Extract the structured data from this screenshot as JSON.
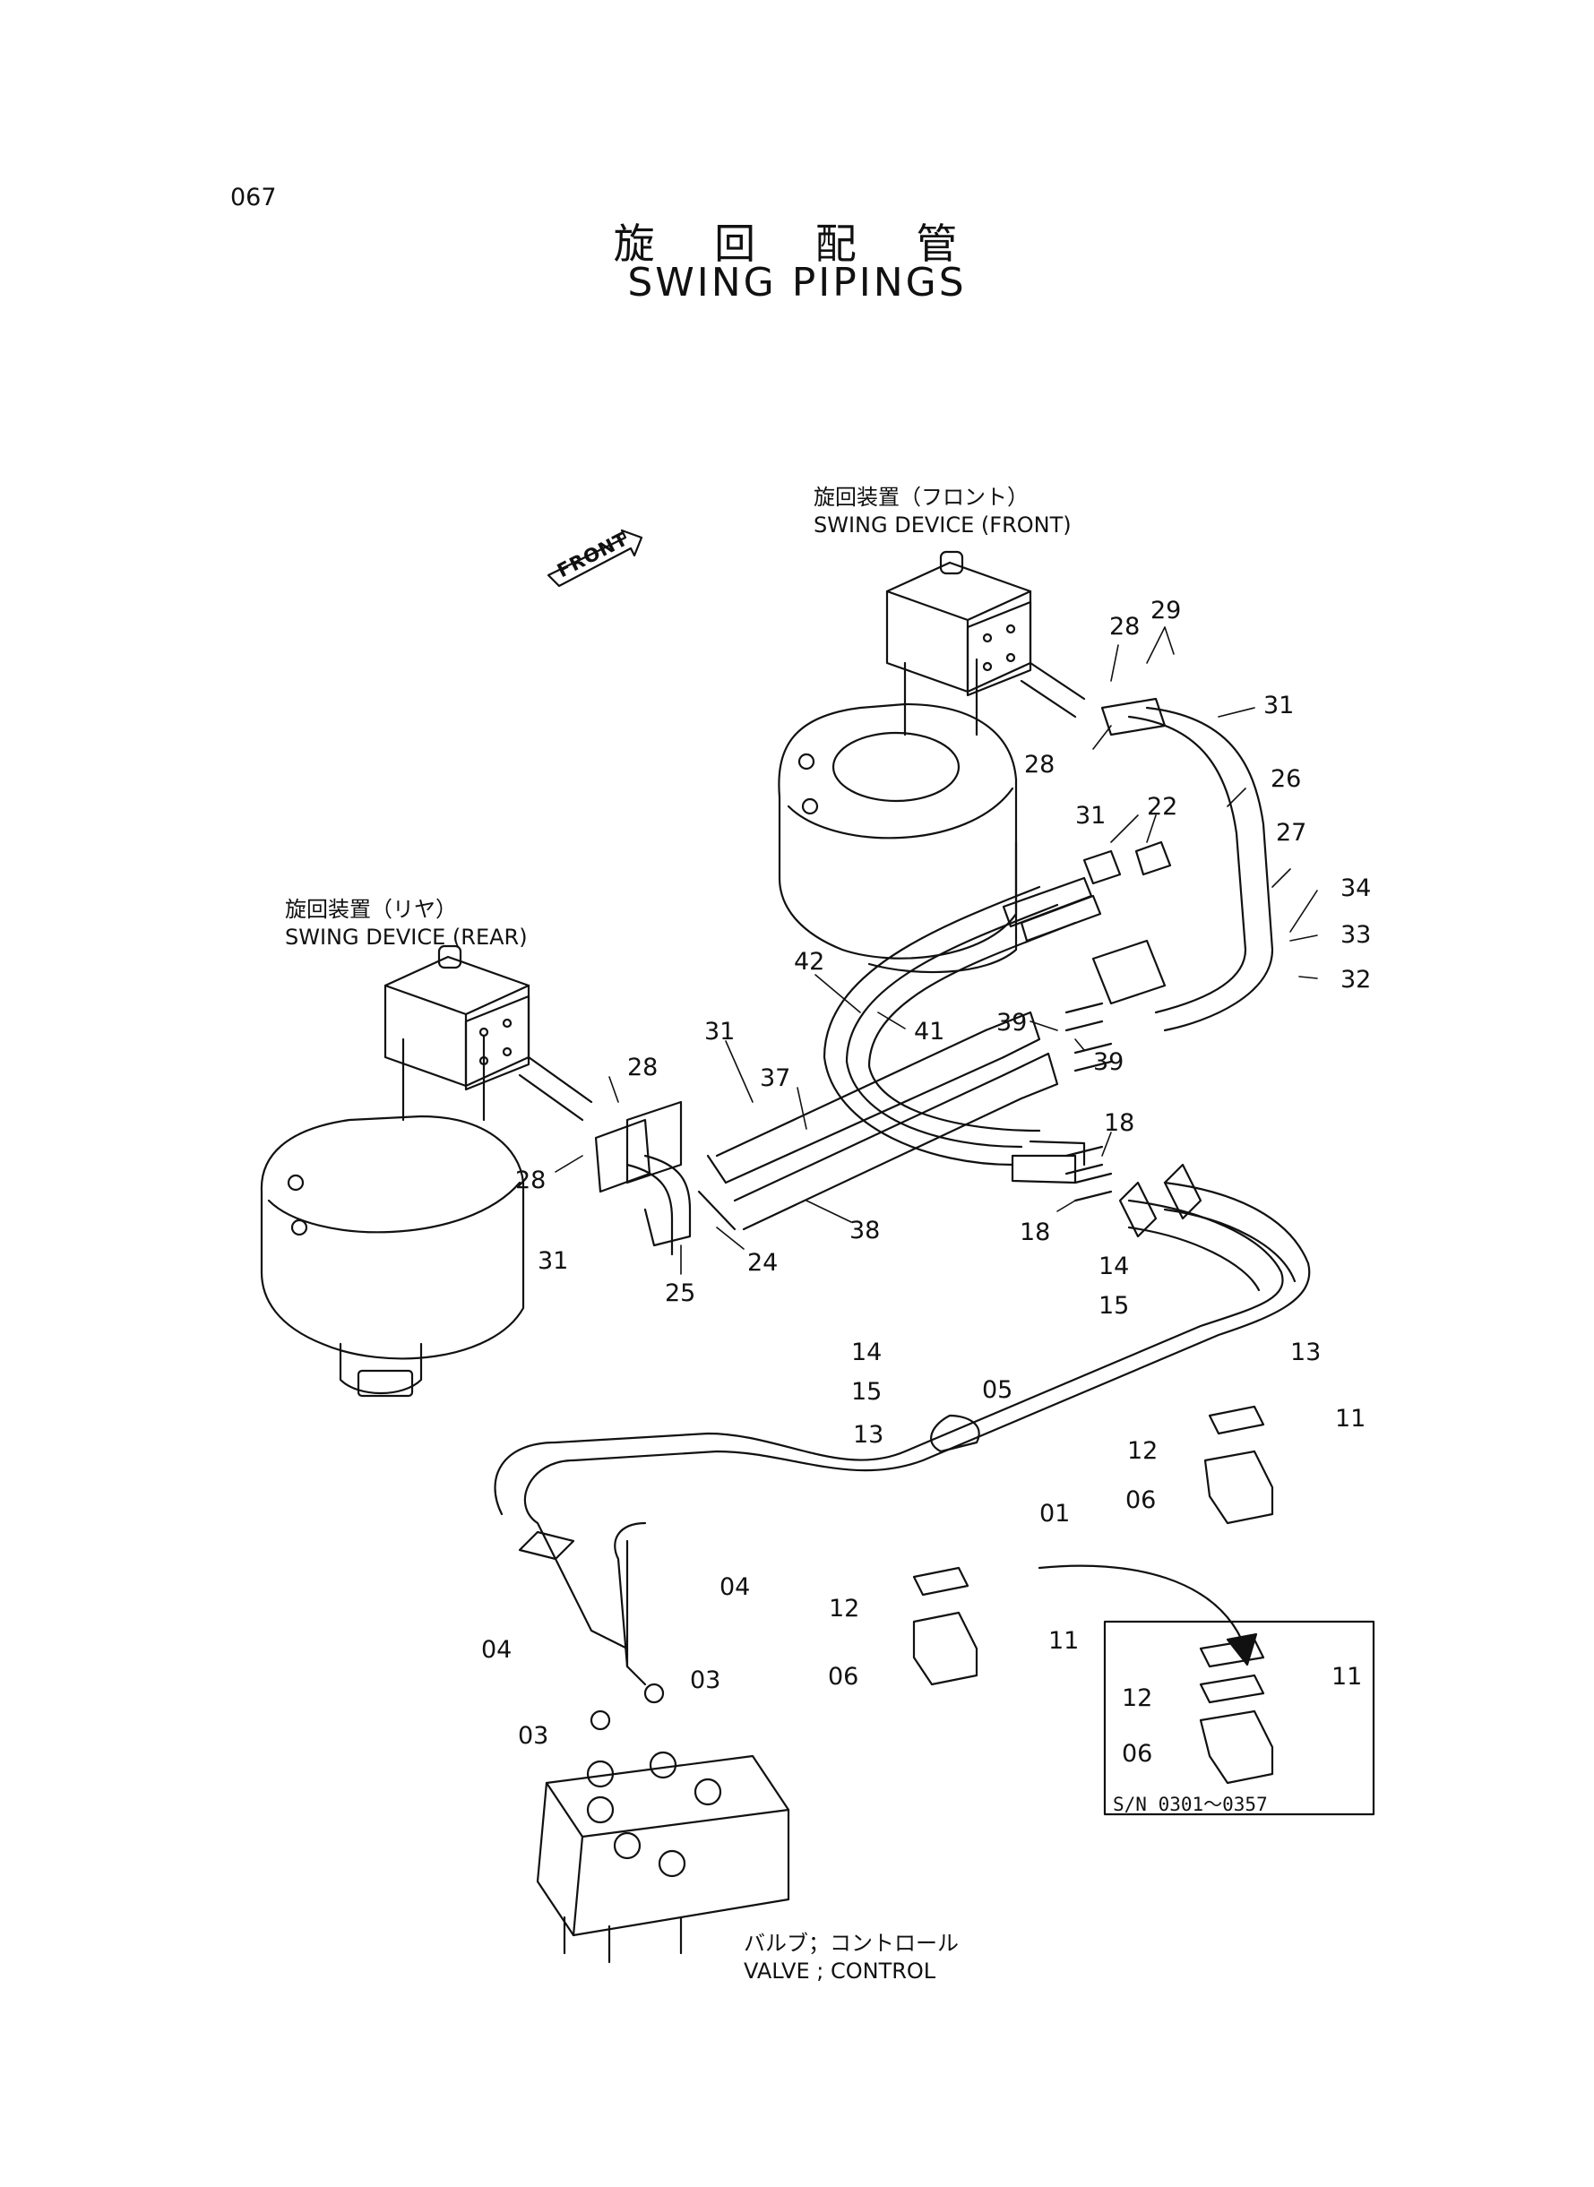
{
  "page_number": "067",
  "title": {
    "japanese": "旋 回 配 管",
    "english": "SWING PIPINGS"
  },
  "front_indicator": "FRONT",
  "captions": {
    "front_device": {
      "japanese": "旋回装置（フロント）",
      "english": "SWING DEVICE (FRONT)"
    },
    "rear_device": {
      "japanese": "旋回装置（リヤ）",
      "english": "SWING DEVICE (REAR)"
    },
    "valve": {
      "japanese": "バルブ；コントロール",
      "english": "VALVE ; CONTROL"
    }
  },
  "inset": {
    "serial_range": "S/N 0301～0357"
  },
  "callouts": [
    "28",
    "29",
    "31",
    "28",
    "31",
    "22",
    "26",
    "27",
    "34",
    "33",
    "32",
    "42",
    "41",
    "39",
    "39",
    "31",
    "28",
    "37",
    "28",
    "18",
    "18",
    "31",
    "24",
    "38",
    "25",
    "14",
    "15",
    "13",
    "14",
    "15",
    "05",
    "13",
    "12",
    "11",
    "06",
    "01",
    "04",
    "04",
    "12",
    "11",
    "06",
    "03",
    "03",
    "12",
    "11",
    "06"
  ]
}
